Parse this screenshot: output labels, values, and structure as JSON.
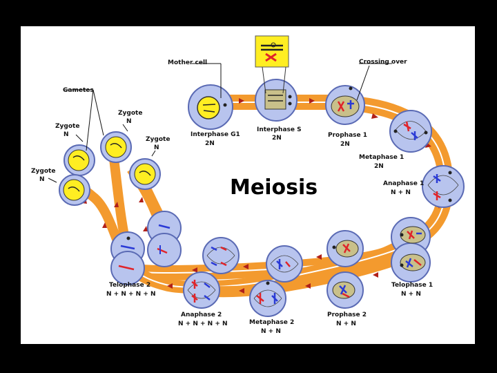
{
  "title": "Meiosis",
  "colors": {
    "track": "#f39a2e",
    "track_line": "#ffffff",
    "arrow": "#b0201a",
    "cell_fill": "#b8c4ee",
    "cell_stroke": "#5a6ab4",
    "nucleus_yellow": "#ffee22",
    "nucleus_tan": "#c9c08a",
    "chrom_red": "#e0242a",
    "chrom_blue": "#2a3ad6",
    "chrom_dark": "#222222"
  },
  "stages": {
    "mother_cell": "Mother cell",
    "crossing_over": "Crossing over",
    "interphase_g1": {
      "name": "Interphase G1",
      "ploidy": "2N"
    },
    "interphase_s": {
      "name": "Interphase S",
      "ploidy": "2N"
    },
    "prophase_1": {
      "name": "Prophase 1",
      "ploidy": "2N"
    },
    "metaphase_1": {
      "name": "Metaphase 1",
      "ploidy": "2N"
    },
    "anaphase_1": {
      "name": "Anaphase 1",
      "ploidy": "N + N"
    },
    "telophase_1": {
      "name": "Telophase 1",
      "ploidy": "N + N"
    },
    "prophase_2": {
      "name": "Prophase 2",
      "ploidy": "N + N"
    },
    "metaphase_2": {
      "name": "Metaphase 2",
      "ploidy": "N + N"
    },
    "anaphase_2": {
      "name": "Anaphase 2",
      "ploidy": "N + N + N + N"
    },
    "telophase_2": {
      "name": "Telophase 2",
      "ploidy": "N + N + N + N"
    },
    "gametes": "Gametes",
    "zygote": {
      "name": "Zygote",
      "ploidy": "N"
    }
  }
}
